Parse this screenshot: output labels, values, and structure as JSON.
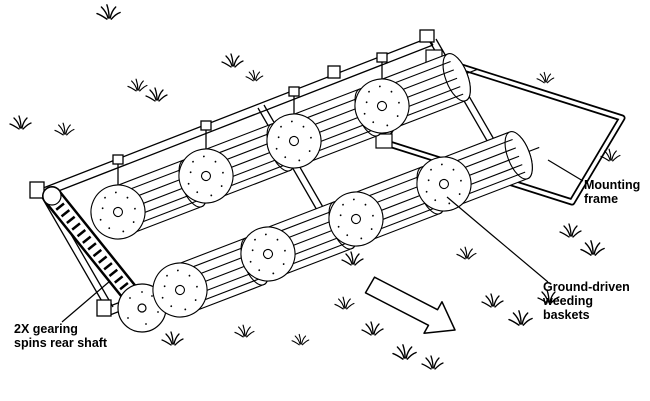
{
  "figure": {
    "background": "#ffffff",
    "ink": "#000000",
    "subject": "ground-driven basket weeder implement line drawing"
  },
  "labels": {
    "mounting_frame": {
      "lines": [
        "Mounting",
        "frame"
      ]
    },
    "weeding_baskets": {
      "lines": [
        "Ground-driven",
        "weeding",
        "baskets"
      ]
    },
    "gearing": {
      "lines": [
        "2X gearing",
        "spins rear shaft"
      ]
    }
  },
  "icons": {
    "direction_arrow": "outline-arrow-pointing-lower-right",
    "grass_tuft": "small-grass-clump-stroke-marks"
  }
}
